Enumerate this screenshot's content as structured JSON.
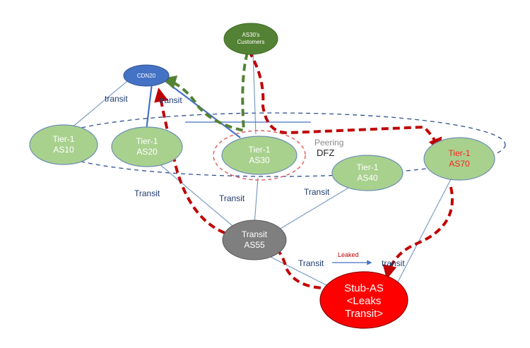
{
  "nodes": {
    "as30_customers": {
      "line1": "AS30's",
      "line2": "Customers"
    },
    "cdn20": {
      "label": "CDN20"
    },
    "as10": {
      "line1": "Tier-1",
      "line2": "AS10"
    },
    "as20": {
      "line1": "Tier-1",
      "line2": "AS20"
    },
    "as30": {
      "line1": "Tier-1",
      "line2": "AS30"
    },
    "as40": {
      "line1": "Tier-1",
      "line2": "AS40"
    },
    "as70": {
      "line1": "Tier-1",
      "line2": "AS70"
    },
    "as55": {
      "line1": "Transit",
      "line2": "AS55"
    },
    "stub_as": {
      "line1": "Stub-AS",
      "line2": "<Leaks",
      "line3": "Transit>"
    }
  },
  "labels": {
    "transit_cdn_as10": "transit",
    "transit_cdn_as20": "transit",
    "peering": "Peering",
    "dfz": "DFZ",
    "transit_as20": "Transit",
    "transit_as30": "Transit",
    "transit_as40": "Transit",
    "transit_stub_left": "Transit",
    "transit_stub_right": "transit",
    "leaked": "Leaked"
  },
  "colors": {
    "tier1_fill": "#a9d18e",
    "tier1_stroke": "#6a8fb3",
    "dark_green": "#548235",
    "cdn_blue": "#4472c4",
    "transit_gray": "#7f7f7f",
    "stub_red": "#ff0000",
    "leak_red": "#c00000",
    "green_path": "#548235",
    "edge_blue": "#7a9cc6",
    "dashed_ring": "#2e4f8f"
  }
}
